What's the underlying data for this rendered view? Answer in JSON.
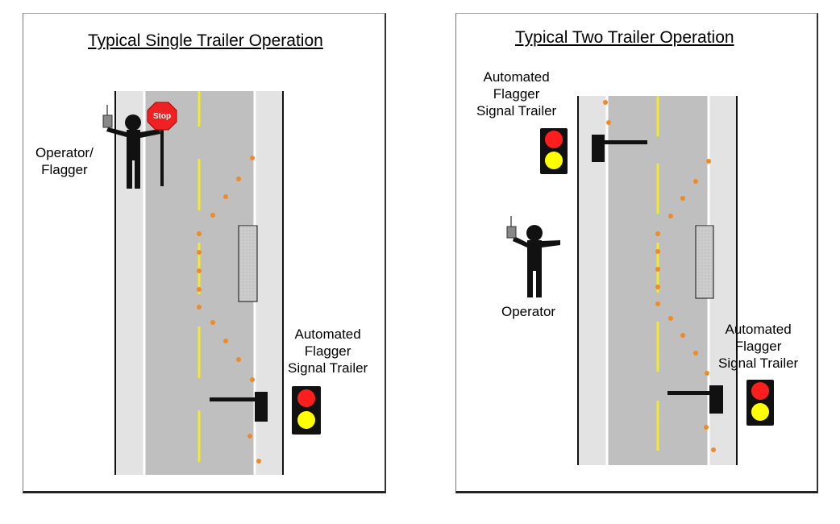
{
  "colors": {
    "shoulder": "#e3e3e3",
    "lane": "#bfbfbf",
    "edge_line": "#ffffff",
    "center_line": "#f2ea2a",
    "cone": "#f08a26",
    "work_area": "#c8c8c8",
    "signal_housing": "#111111",
    "signal_red": "#ff1e1e",
    "signal_yellow": "#ffff00",
    "stop_sign": "#ee2222"
  },
  "panels": [
    {
      "title": "Typical Single Trailer Operation",
      "labels": {
        "operator": [
          "Operator/",
          "Flagger"
        ],
        "trailer": [
          "Automated",
          "Flagger",
          "Signal Trailer"
        ]
      },
      "stop_sign_text": "Stop",
      "icons": [
        "flagger-icon",
        "stop-paddle-icon",
        "remote-control-icon",
        "signal-trailer-icon",
        "traffic-signal-icon",
        "traffic-cone-icon"
      ]
    },
    {
      "title": "Typical Two Trailer Operation",
      "labels": {
        "trailer_top": [
          "Automated",
          "Flagger",
          "Signal Trailer"
        ],
        "operator": [
          "Operator"
        ],
        "trailer_bottom": [
          "Automated",
          "Flagger",
          "Signal Trailer"
        ]
      },
      "icons": [
        "operator-icon",
        "remote-control-icon",
        "signal-trailer-icon",
        "traffic-signal-icon",
        "traffic-cone-icon"
      ]
    }
  ]
}
